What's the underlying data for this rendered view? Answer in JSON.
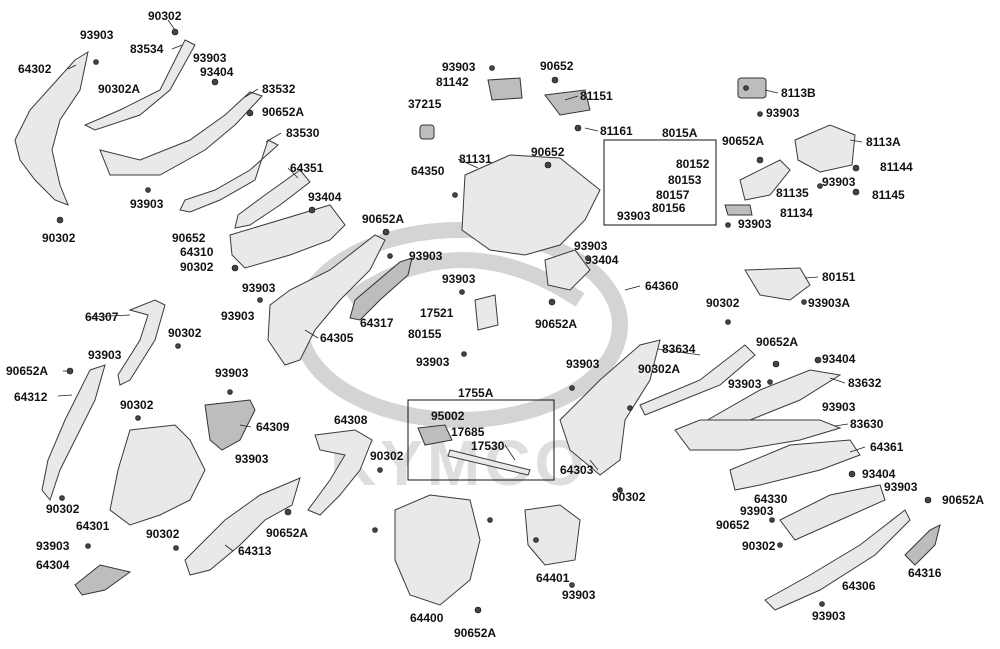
{
  "watermark": {
    "logo_text": "KYMCO"
  },
  "labels": [
    {
      "id": "p90302_a",
      "text": "90302"
    },
    {
      "id": "p83534",
      "text": "83534"
    },
    {
      "id": "p93903_a",
      "text": "93903"
    },
    {
      "id": "p93903_b",
      "text": "93903"
    },
    {
      "id": "p93404_a",
      "text": "93404"
    },
    {
      "id": "p64302",
      "text": "64302"
    },
    {
      "id": "p90302A_a",
      "text": "90302A"
    },
    {
      "id": "p83532",
      "text": "83532"
    },
    {
      "id": "p90652A_a",
      "text": "90652A"
    },
    {
      "id": "p83530",
      "text": "83530"
    },
    {
      "id": "p93903_c",
      "text": "93903"
    },
    {
      "id": "p90302_b",
      "text": "90302"
    },
    {
      "id": "p64351",
      "text": "64351"
    },
    {
      "id": "p93404_b",
      "text": "93404"
    },
    {
      "id": "p90652A_b",
      "text": "90652A"
    },
    {
      "id": "p90652_a",
      "text": "90652"
    },
    {
      "id": "p64310",
      "text": "64310"
    },
    {
      "id": "p90302_c",
      "text": "90302"
    },
    {
      "id": "p93903_d",
      "text": "93903"
    },
    {
      "id": "p93903_e",
      "text": "93903"
    },
    {
      "id": "p93903_f",
      "text": "93903"
    },
    {
      "id": "p64317",
      "text": "64317"
    },
    {
      "id": "p64305",
      "text": "64305"
    },
    {
      "id": "p64307",
      "text": "64307"
    },
    {
      "id": "p90302_d",
      "text": "90302"
    },
    {
      "id": "p93903_g",
      "text": "93903"
    },
    {
      "id": "p90652A_c",
      "text": "90652A"
    },
    {
      "id": "p64312",
      "text": "64312"
    },
    {
      "id": "p93903_h",
      "text": "93903"
    },
    {
      "id": "p90302_e",
      "text": "90302"
    },
    {
      "id": "p64309",
      "text": "64309"
    },
    {
      "id": "p64308",
      "text": "64308"
    },
    {
      "id": "p90302_f",
      "text": "90302"
    },
    {
      "id": "p93903_i",
      "text": "93903"
    },
    {
      "id": "p90302_g",
      "text": "90302"
    },
    {
      "id": "p64301",
      "text": "64301"
    },
    {
      "id": "p90302_h",
      "text": "90302"
    },
    {
      "id": "p90652A_d",
      "text": "90652A"
    },
    {
      "id": "p93903_j",
      "text": "93903"
    },
    {
      "id": "p64313",
      "text": "64313"
    },
    {
      "id": "p64304",
      "text": "64304"
    },
    {
      "id": "p93903_k",
      "text": "93903"
    },
    {
      "id": "p81142",
      "text": "81142"
    },
    {
      "id": "p90652_b",
      "text": "90652"
    },
    {
      "id": "p37215",
      "text": "37215"
    },
    {
      "id": "p81151",
      "text": "81151"
    },
    {
      "id": "p81161",
      "text": "81161"
    },
    {
      "id": "p81131",
      "text": "81131"
    },
    {
      "id": "p90652_c",
      "text": "90652"
    },
    {
      "id": "p64350",
      "text": "64350"
    },
    {
      "id": "p93903_l",
      "text": "93903"
    },
    {
      "id": "p93404_c",
      "text": "93404"
    },
    {
      "id": "p93903_m",
      "text": "93903"
    },
    {
      "id": "p64360",
      "text": "64360"
    },
    {
      "id": "p17521",
      "text": "17521"
    },
    {
      "id": "p80155",
      "text": "80155"
    },
    {
      "id": "p90652A_e",
      "text": "90652A"
    },
    {
      "id": "p93903_n",
      "text": "93903"
    },
    {
      "id": "p1755A",
      "text": "1755A"
    },
    {
      "id": "p95002",
      "text": "95002"
    },
    {
      "id": "p17685",
      "text": "17685"
    },
    {
      "id": "p17530",
      "text": "17530"
    },
    {
      "id": "p8113B",
      "text": "8113B"
    },
    {
      "id": "p93903_o",
      "text": "93903"
    },
    {
      "id": "p8015A",
      "text": "8015A"
    },
    {
      "id": "p90652A_f",
      "text": "90652A"
    },
    {
      "id": "p80152",
      "text": "80152"
    },
    {
      "id": "p80153",
      "text": "80153"
    },
    {
      "id": "p80157",
      "text": "80157"
    },
    {
      "id": "p80156",
      "text": "80156"
    },
    {
      "id": "p93903_p",
      "text": "93903"
    },
    {
      "id": "p8113A",
      "text": "8113A"
    },
    {
      "id": "p81144",
      "text": "81144"
    },
    {
      "id": "p81135",
      "text": "81135"
    },
    {
      "id": "p93903_q",
      "text": "93903"
    },
    {
      "id": "p81145",
      "text": "81145"
    },
    {
      "id": "p81134",
      "text": "81134"
    },
    {
      "id": "p93903_r",
      "text": "93903"
    },
    {
      "id": "p80151",
      "text": "80151"
    },
    {
      "id": "p90302_i",
      "text": "90302"
    },
    {
      "id": "p93903A",
      "text": "93903A"
    },
    {
      "id": "p83634",
      "text": "83634"
    },
    {
      "id": "p90652A_g",
      "text": "90652A"
    },
    {
      "id": "p93903_s",
      "text": "93903"
    },
    {
      "id": "p93404_d",
      "text": "93404"
    },
    {
      "id": "p90302A_b",
      "text": "90302A"
    },
    {
      "id": "p83632",
      "text": "83632"
    },
    {
      "id": "p93903_t",
      "text": "93903"
    },
    {
      "id": "p93903_u",
      "text": "93903"
    },
    {
      "id": "p83630",
      "text": "83630"
    },
    {
      "id": "p64361",
      "text": "64361"
    },
    {
      "id": "p64303",
      "text": "64303"
    },
    {
      "id": "p90302_j",
      "text": "90302"
    },
    {
      "id": "p93404_e",
      "text": "93404"
    },
    {
      "id": "p93903_v",
      "text": "93903"
    },
    {
      "id": "p64330",
      "text": "64330"
    },
    {
      "id": "p90652A_h",
      "text": "90652A"
    },
    {
      "id": "p93903_w",
      "text": "93903"
    },
    {
      "id": "p90652_d",
      "text": "90652"
    },
    {
      "id": "p90302_k",
      "text": "90302"
    },
    {
      "id": "p64306",
      "text": "64306"
    },
    {
      "id": "p64316",
      "text": "64316"
    },
    {
      "id": "p93903_x",
      "text": "93903"
    },
    {
      "id": "p64401",
      "text": "64401"
    },
    {
      "id": "p93903_y",
      "text": "93903"
    },
    {
      "id": "p64400",
      "text": "64400"
    },
    {
      "id": "p90652A_i",
      "text": "90652A"
    }
  ]
}
